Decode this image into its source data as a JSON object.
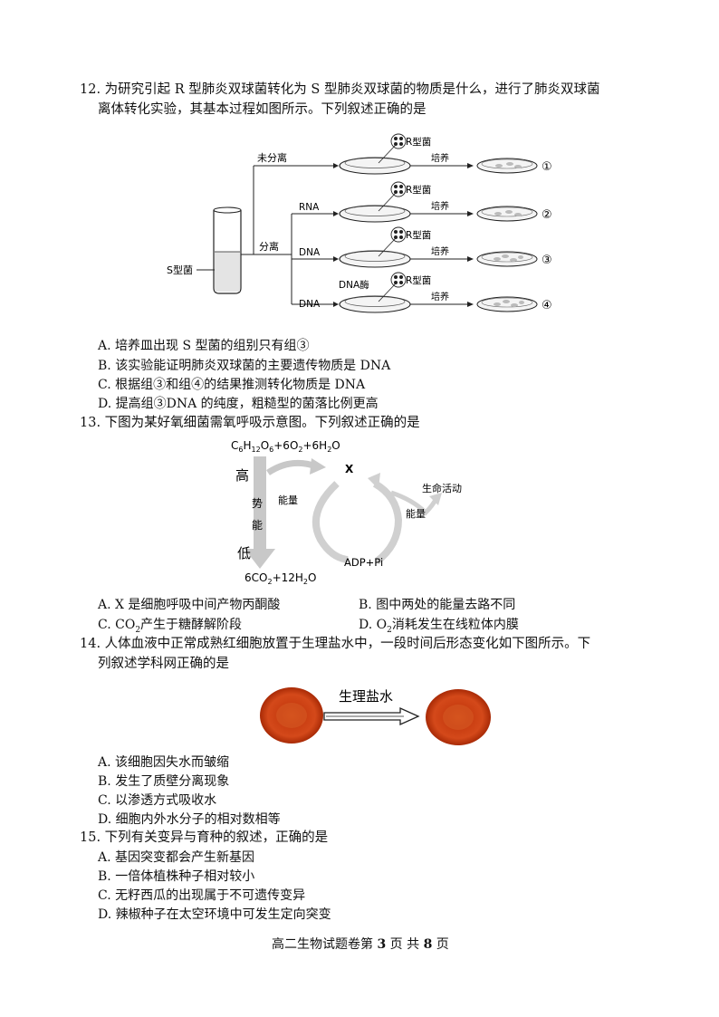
{
  "questions": [
    {
      "stem_line1": "12. 为研究引起 R 型肺炎双球菌转化为 S 型肺炎双球菌的物质是什么，进行了肺炎双球菌",
      "stem_line2": "离体转化实验，其基本过程如图所示。下列叙述正确的是",
      "options": {
        "A": "A. 培养皿出现 S 型菌的组别只有组③",
        "B": "B. 该实验能证明肺炎双球菌的主要遗传物质是 DNA",
        "C": "C. 根据组③和组④的结果推测转化物质是 DNA",
        "D": "D. 提高组③DNA 的纯度，粗糙型的菌落比例更高"
      }
    },
    {
      "stem_line1": "13. 下图为某好氧细菌需氧呼吸示意图。下列叙述正确的是",
      "options": {
        "A": "A. X 是细胞呼吸中间产物丙酮酸",
        "B": "B. 图中两处的能量去路不同",
        "C_pre": "C. CO",
        "C_sub": "2",
        "C_post": "产生于糖酵解阶段",
        "D_pre": "D. O",
        "D_sub": "2",
        "D_post": "消耗发生在线粒体内膜"
      }
    },
    {
      "stem_line1": "14. 人体血液中正常成熟红细胞放置于生理盐水中，一段时间后形态变化如下图所示。下",
      "stem_line2": "列叙述学科网正确的是",
      "options": {
        "A": "A. 该细胞因失水而皱缩",
        "B": "B. 发生了质壁分离现象",
        "C": "C. 以渗透方式吸收水",
        "D": "D. 细胞内外水分子的相对数相等"
      }
    },
    {
      "stem_line1": "15. 下列有关变异与育种的叙述，正确的是",
      "options": {
        "A": "A. 基因突变都会产生新基因",
        "B": "B. 一倍体植株种子相对较小",
        "C": "C. 无籽西瓜的出现属于不可遗传变异",
        "D": "D. 辣椒种子在太空环境中可发生定向突变"
      }
    }
  ],
  "fig12": {
    "s_label": "S型菌",
    "unseparated": "未分离",
    "separated": "分离",
    "rna": "RNA",
    "dna": "DNA",
    "dnase": "DNA酶",
    "r_bacteria": "R型菌",
    "culture": "培养",
    "groups": [
      "①",
      "②",
      "③",
      "④"
    ]
  },
  "fig13": {
    "top_formula_parts": [
      "C",
      "6",
      "H",
      "12",
      "O",
      "6",
      "+6O",
      "2",
      "+6H",
      "2",
      "O"
    ],
    "bottom_formula_parts": [
      "6CO",
      "2",
      "+12H",
      "2",
      "O"
    ],
    "high": "高",
    "low": "低",
    "potential": "势",
    "energy_char": "能",
    "x": "X",
    "energy": "能量",
    "life": "生命活动",
    "adp": "ADP+Pi"
  },
  "fig14": {
    "saline": "生理盐水"
  },
  "footer": {
    "pre": "高二生物试题卷第 ",
    "page": "3",
    "mid": " 页 共 ",
    "total": "8",
    "post": " 页"
  }
}
